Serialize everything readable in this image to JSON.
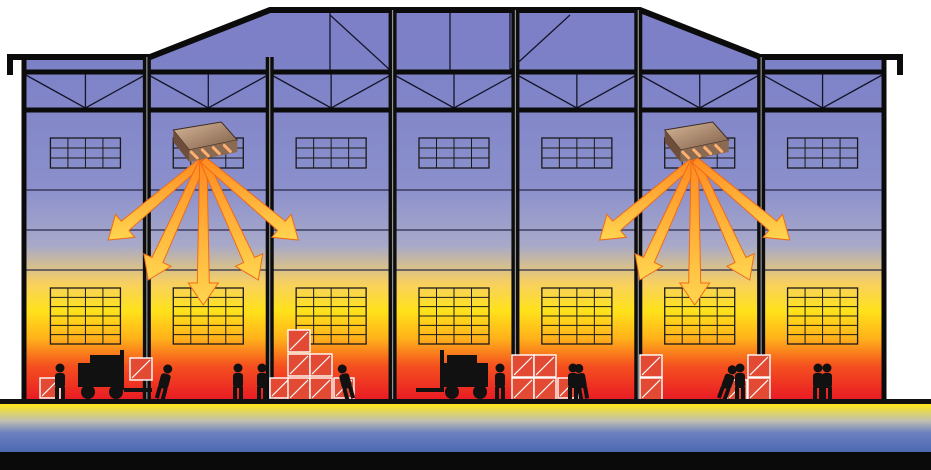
{
  "diagram": {
    "bays": 7,
    "heaters": [
      {
        "bay": 2,
        "arrows": 5
      },
      {
        "bay": 6,
        "arrows": 5
      }
    ],
    "forklifts": 2,
    "colors": {
      "roof_top": "#7f83c8",
      "wall_mid": "#8a8fcb",
      "warm_orange": "#f7a22a",
      "warm_yellow": "#ffe01c",
      "hot_red": "#ee1c24",
      "floor_blue": "#5a73b6",
      "structure": "#111111",
      "arrow_light": "#ffd25a",
      "arrow_dark": "#f26a1b",
      "heater_body": "#b08a6d",
      "heater_glow": "#ffb070",
      "crate": "#e9503a"
    }
  }
}
